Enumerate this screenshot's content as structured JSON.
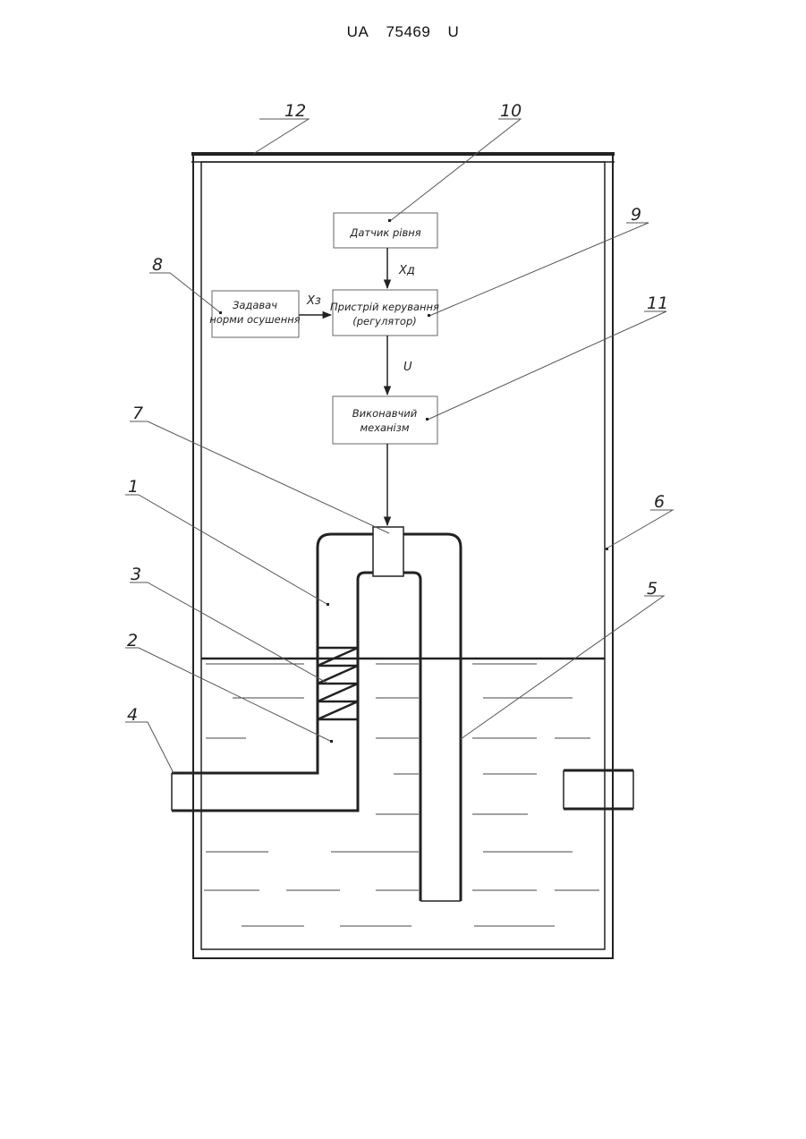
{
  "header": {
    "country": "UA",
    "number": "75469",
    "kind": "U"
  },
  "blocks": {
    "level_sensor": "Датчик рівня",
    "controller_line1": "Пристрій керування",
    "controller_line2": "(регулятор)",
    "setpoint_line1": "Задавач",
    "setpoint_line2": "норми осушення",
    "actuator_line1": "Виконавчий",
    "actuator_line2": "механізм"
  },
  "signals": {
    "xd": "Xд",
    "xz": "Xз",
    "u": "U"
  },
  "callouts": [
    "1",
    "2",
    "3",
    "4",
    "5",
    "6",
    "7",
    "8",
    "9",
    "10",
    "11",
    "12"
  ]
}
